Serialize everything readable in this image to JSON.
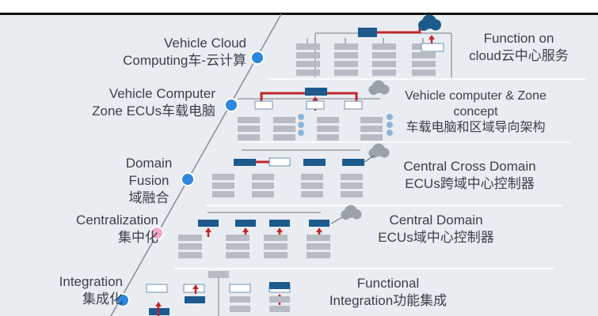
{
  "stages": [
    {
      "id": "cloud",
      "name_line1": "Vehicle Cloud",
      "name_line2": "Computing车-云计算",
      "desc_line1": "Function on",
      "desc_line2": "cloud云中心服务"
    },
    {
      "id": "zone",
      "name_line1": "Vehicle Computer",
      "name_line2": "Zone ECUs车载电脑",
      "desc_line1": "Vehicle computer & Zone",
      "desc_line2": "concept",
      "desc_line3": "车载电脑和区域导向架构"
    },
    {
      "id": "fusion",
      "name_line1": "Domain",
      "name_line2": "Fusion",
      "name_line3": "域融合",
      "desc_line1": "Central Cross Domain",
      "desc_line2": "ECUs跨域中心控制器"
    },
    {
      "id": "central",
      "name_line1": "Centralization",
      "name_line2": "集中化",
      "desc_line1": "Central Domain",
      "desc_line2": "ECUs域中心控制器"
    },
    {
      "id": "integration",
      "name_line1": "Integration",
      "name_line2": "集成化",
      "desc_line1": "Functional",
      "desc_line2": "Integration功能集成"
    }
  ],
  "colors": {
    "background": "#e9edf2",
    "stage_dot": "#2e86de",
    "stage_dot_pink": "#f0a8cf",
    "ecu_block": "#b7bcc4",
    "controller": "#1d5a8c",
    "arrow": "#c0262c",
    "cloud": "#1d5a8c",
    "bubble": "#9aa1a9"
  }
}
